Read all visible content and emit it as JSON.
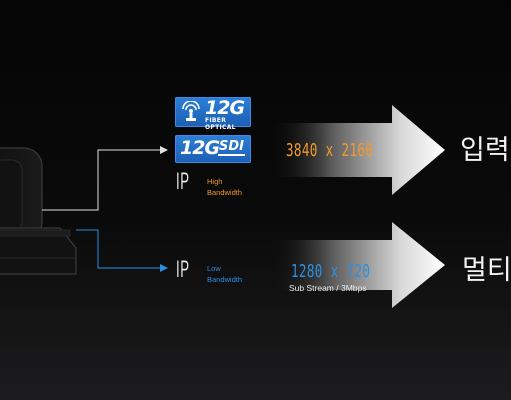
{
  "badges": {
    "fiber": {
      "main": "12G",
      "sub": "FIBER OPTICAL"
    },
    "sdi": {
      "main": "12G",
      "tag": "SDI"
    }
  },
  "high": {
    "ip_label": "IP",
    "bandwidth_lines": [
      "High",
      "Bandwidth"
    ],
    "resolution": "3840 x 2160",
    "target_text": "입력"
  },
  "low": {
    "ip_label": "IP",
    "bandwidth_lines": [
      "Low",
      "Bandwidth"
    ],
    "resolution": "1280 x 720",
    "sub_stream": "Sub Stream / 3Mbps",
    "target_text": "멀티"
  },
  "colors": {
    "high_accent": "#f09a2a",
    "low_accent": "#2d8fe0",
    "badge_blue": "#1f6cc4"
  }
}
